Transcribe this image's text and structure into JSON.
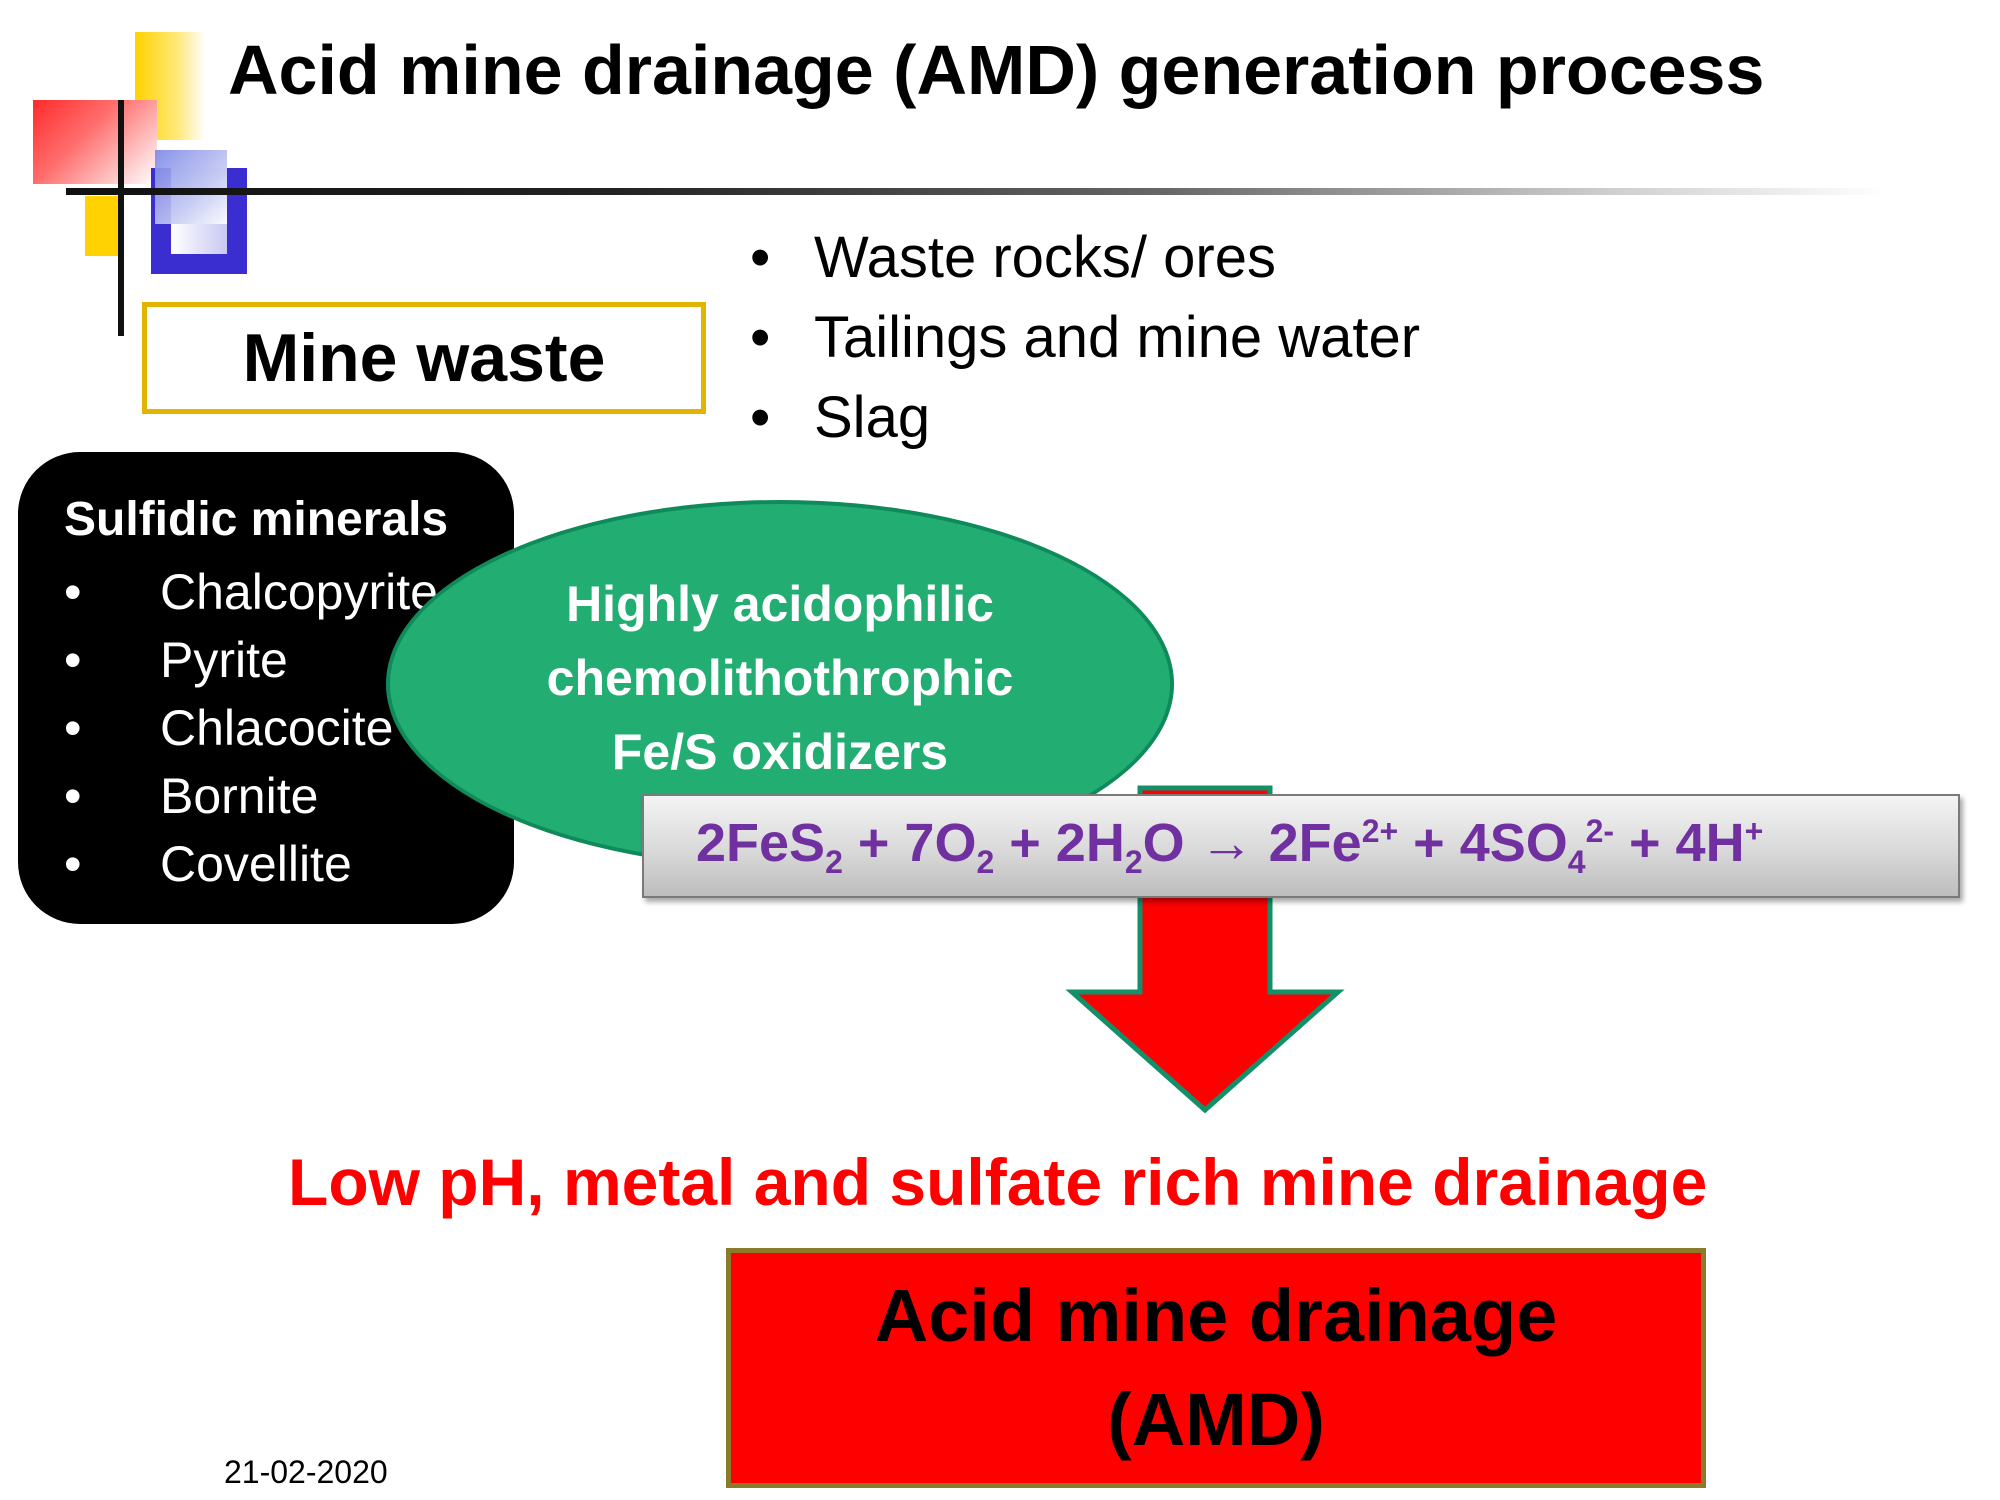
{
  "title": "Acid mine drainage (AMD) generation process",
  "mine_waste": {
    "label": "Mine waste",
    "items": [
      "Waste rocks/ ores",
      "Tailings and mine water",
      "Slag"
    ]
  },
  "sulfidic_minerals": {
    "heading": "Sulfidic minerals",
    "items": [
      "Chalcopyrite",
      "Pyrite",
      "Chlacocite",
      "Bornite",
      "Covellite"
    ]
  },
  "oxidizers": {
    "lines": [
      "Highly acidophilic",
      "chemolithothrophic",
      "Fe/S oxidizers"
    ]
  },
  "equation": {
    "t1": "2FeS",
    "s1": "2",
    "t2": " + 7O",
    "s2": "2",
    "t3": " + 2H",
    "s3": "2",
    "t4": "O → 2Fe",
    "p1": "2+",
    "t5": " + 4SO",
    "s4": "4",
    "p2": "2-",
    "t6": " + 4H",
    "p3": "+"
  },
  "result_text": "Low pH, metal and sulfate rich mine drainage",
  "amd_box": {
    "line1": "Acid mine drainage",
    "line2": "(AMD)"
  },
  "date": "21-02-2020",
  "colors": {
    "ellipse": "#22ad72",
    "arrow": "#ff0000",
    "equation_text": "#7030a0",
    "result_text": "#ff0000",
    "amd_box": "#ff0000",
    "mine_waste_border": "#e0b400"
  }
}
